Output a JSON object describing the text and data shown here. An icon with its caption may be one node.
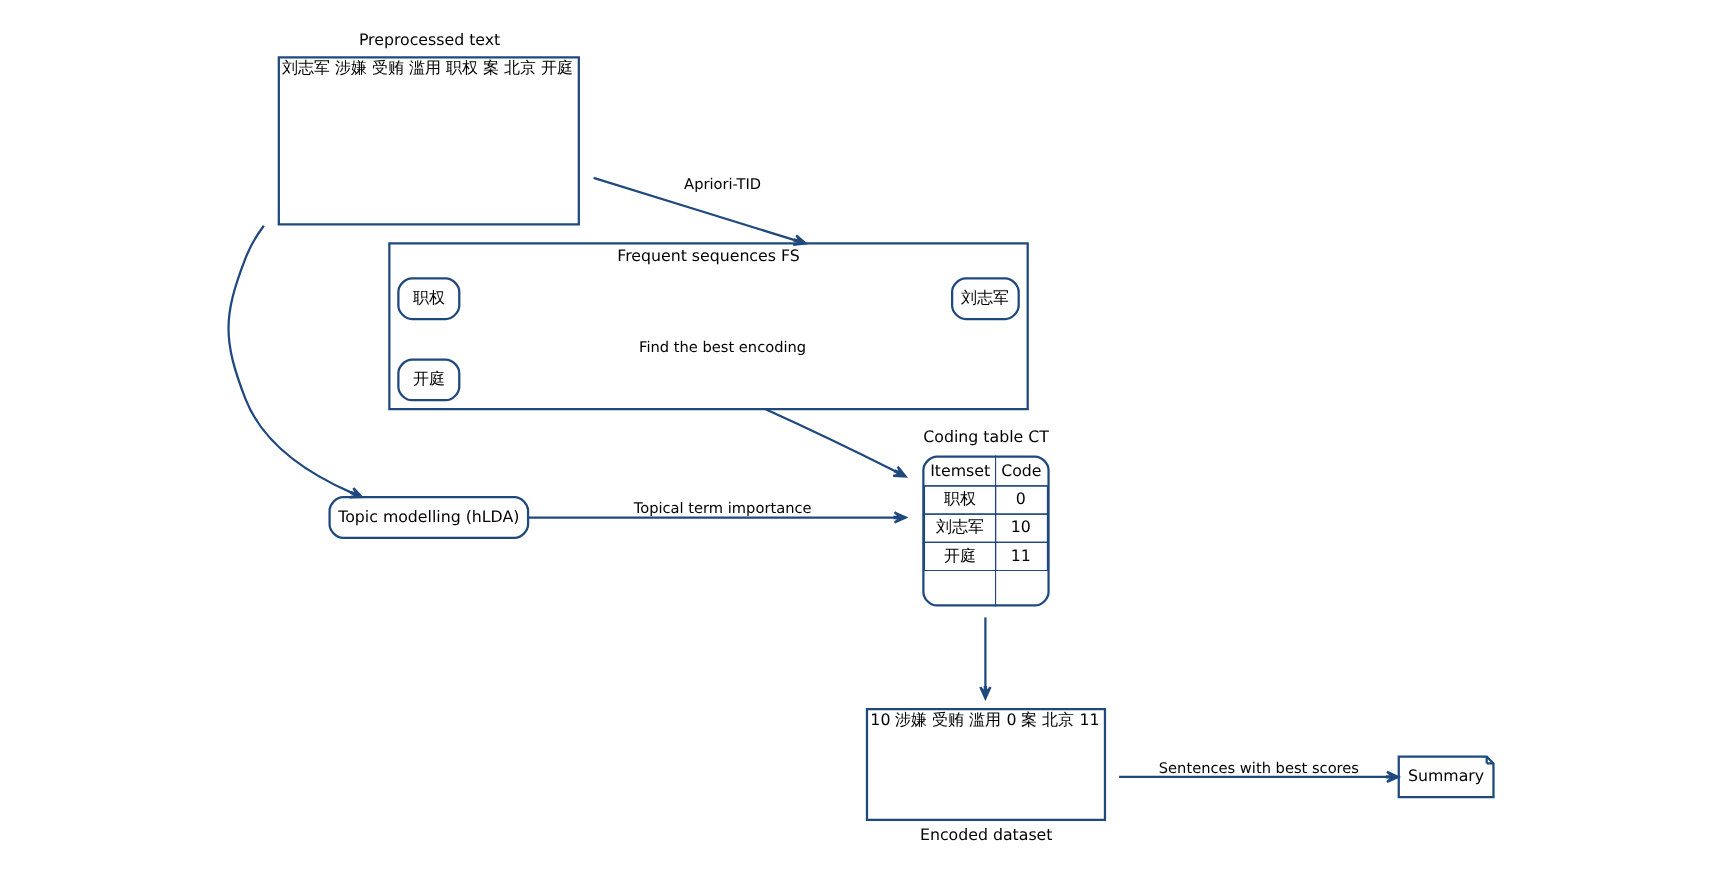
{
  "diagram": {
    "nodes": [
      {
        "text": [
          "Preprocessed text",
          "刘志军 涉嫌 受贿 滥用 职权 案 北京 开庭"
        ]
      },
      {
        "text": [
          "Frequent sequences FS"
        ]
      },
      {
        "text": [
          "刘志军"
        ],
        "in": 1
      },
      {
        "text": [
          "职权"
        ],
        "in": 1
      },
      {
        "text": [
          "开庭"
        ],
        "in": 1
      },
      {
        "text": [
          "Coding table CT",
          "Itemset",
          "Code",
          "职权",
          "0",
          "刘志军",
          "10",
          "开庭",
          "11"
        ]
      },
      {
        "text": [
          "Topic modelling (hLDA)"
        ]
      },
      {
        "text": [
          "Summary"
        ]
      },
      {
        "text": [
          "10 涉嫌 受贿 滥用 0 案 北京 11",
          "Encoded dataset"
        ]
      }
    ],
    "edges": [
      {
        "from": 0,
        "to": 2,
        "arrow": "to",
        "label": "Apriori-TID"
      },
      {
        "from": 3,
        "to": 5,
        "arrow": "to",
        "label": "Find the best encoding"
      },
      {
        "from": 0,
        "to": 6,
        "arrow": "to"
      },
      {
        "from": 6,
        "to": 5,
        "arrow": "to",
        "label": "Topical term importance"
      },
      {
        "from": 5,
        "to": 8,
        "arrow": "to"
      },
      {
        "from": 8,
        "to": 7,
        "arrow": "to",
        "label": "Sentences with best scores"
      }
    ]
  }
}
